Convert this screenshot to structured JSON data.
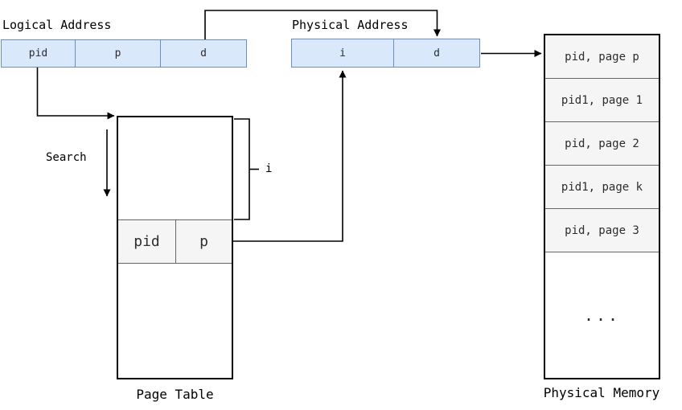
{
  "labels": {
    "logical_address": "Logical Address",
    "physical_address": "Physical Address",
    "page_table": "Page Table",
    "physical_memory": "Physical Memory",
    "search": "Search",
    "index_i": "i",
    "ellipsis": "..."
  },
  "logical_address": {
    "cells": [
      "pid",
      "p",
      "d"
    ]
  },
  "physical_address": {
    "cells": [
      "i",
      "d"
    ]
  },
  "page_table": {
    "row": [
      "pid",
      "p"
    ]
  },
  "physical_memory": {
    "rows": [
      "pid, page p",
      "pid1, page 1",
      "pid, page 2",
      "pid1, page k",
      "pid, page 3"
    ]
  },
  "colors": {
    "cell_fill": "#dae8fc",
    "cell_border": "#6c8ebf",
    "row_fill": "#f5f5f5",
    "row_border": "#666666",
    "line_color": "#000000",
    "text_color": "#2d2d2d",
    "background": "#ffffff"
  }
}
